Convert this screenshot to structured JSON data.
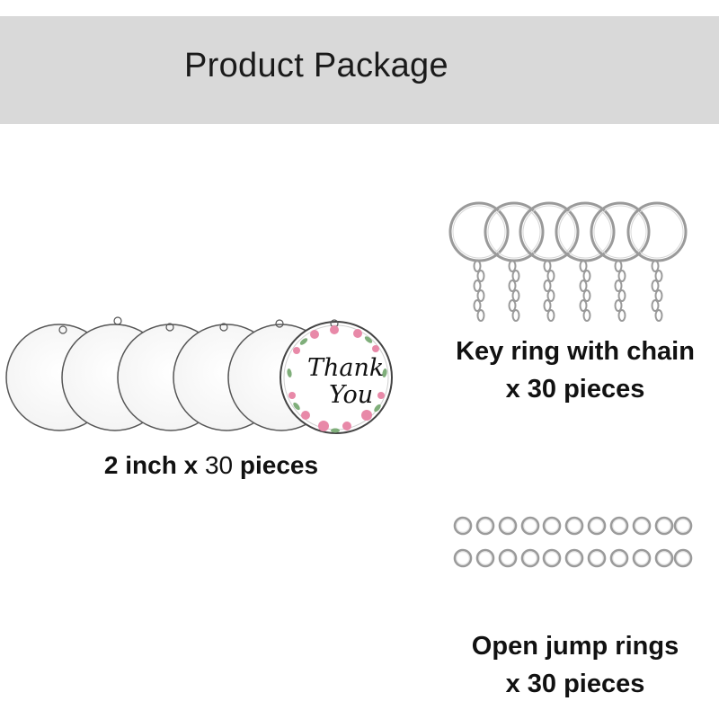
{
  "banner": {
    "title": "Product Package"
  },
  "discs": {
    "caption_prefix": "2 inch x ",
    "caption_count": "30",
    "caption_suffix": " pieces",
    "printed_disc": {
      "line1": "Thank",
      "line2": "You"
    }
  },
  "keyrings": {
    "line1": "Key ring with chain",
    "line2": "x 30 pieces"
  },
  "jump_rings": {
    "line1": "Open jump rings",
    "line2": "x 30 pieces"
  },
  "colors": {
    "banner": "#d9d9d9",
    "text": "#111111",
    "disc_outline": "#555555",
    "metal": "#9a9a9a",
    "flowers": "#e889a8",
    "leaves": "#7fae7a"
  },
  "icons": [
    "acrylic-disc-icon",
    "thank-you-disc-icon",
    "key-ring-icon",
    "jump-ring-icon"
  ]
}
